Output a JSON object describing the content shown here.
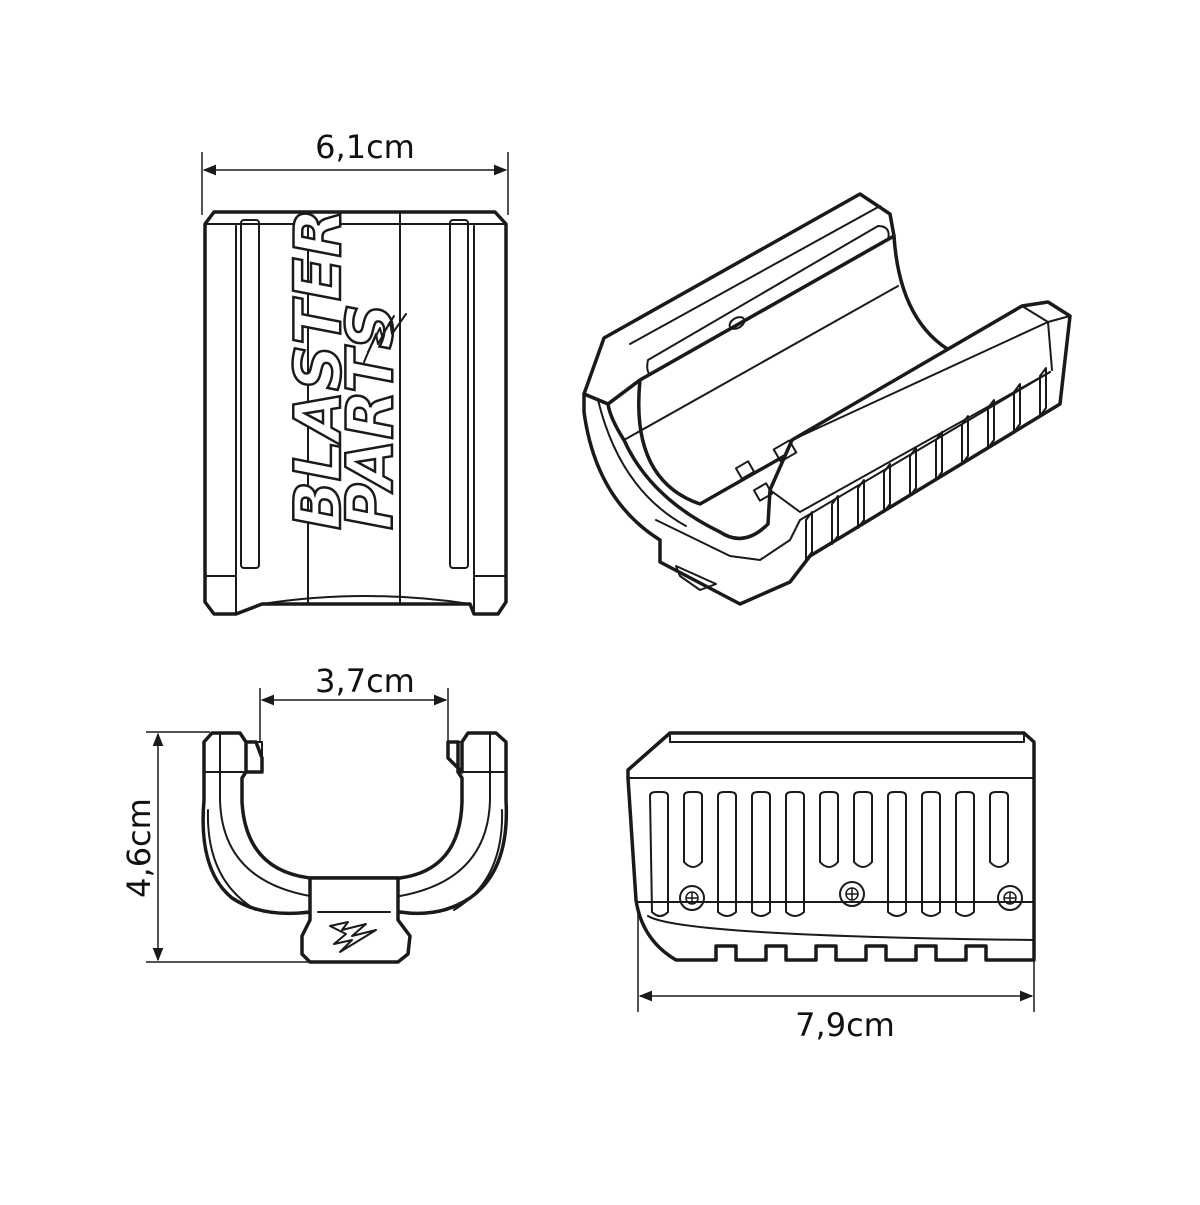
{
  "dimensions": {
    "top_width": "6,1cm",
    "opening_width": "3,7cm",
    "height": "4,6cm",
    "length": "7,9cm"
  },
  "logo": {
    "line1": "BLASTER",
    "line2": "PARTS"
  },
  "colors": {
    "line": "#1a1a1a",
    "background": "#ffffff"
  }
}
